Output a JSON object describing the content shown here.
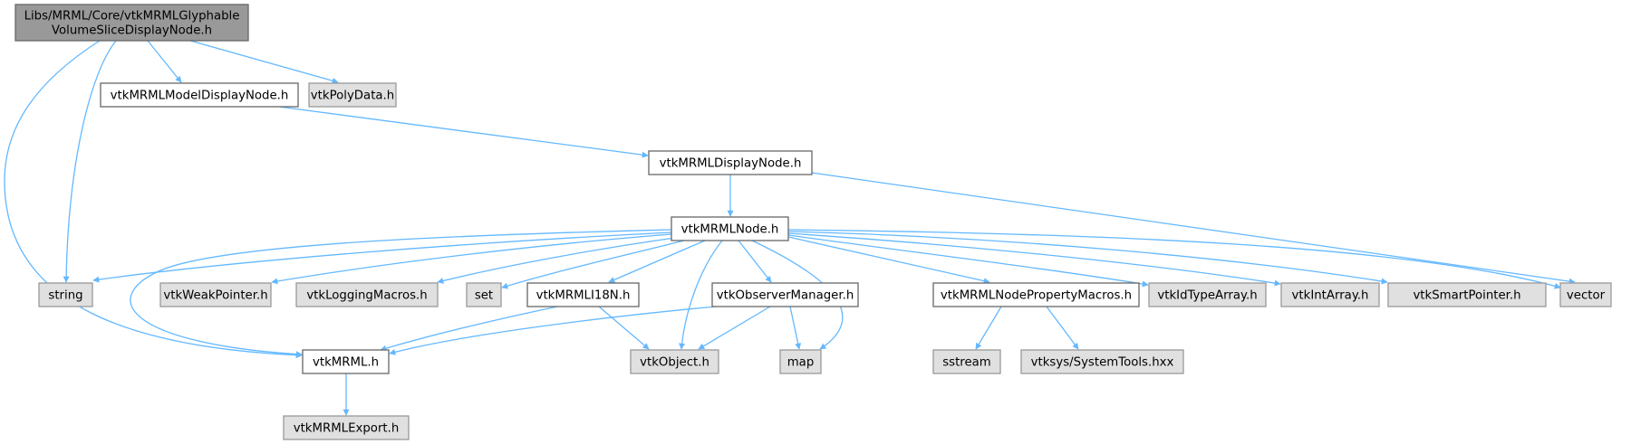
{
  "diagram": {
    "type": "include-dependency-graph",
    "colors": {
      "edge": "#63b8ff",
      "root_fill": "#999999",
      "root_stroke": "#666666",
      "documented_fill": "#ffffff",
      "documented_stroke": "#666666",
      "external_fill": "#e0e0e0",
      "external_stroke": "#999999"
    },
    "nodes": [
      {
        "id": "root",
        "lines": [
          "Libs/MRML/Core/vtkMRMLGlyphable",
          "VolumeSliceDisplayNode.h"
        ],
        "kind": "root"
      },
      {
        "id": "modeldisplay",
        "lines": [
          "vtkMRMLModelDisplayNode.h"
        ],
        "kind": "documented"
      },
      {
        "id": "polydata",
        "lines": [
          "vtkPolyData.h"
        ],
        "kind": "external"
      },
      {
        "id": "displaynode",
        "lines": [
          "vtkMRMLDisplayNode.h"
        ],
        "kind": "documented"
      },
      {
        "id": "mrmlnode",
        "lines": [
          "vtkMRMLNode.h"
        ],
        "kind": "documented"
      },
      {
        "id": "string",
        "lines": [
          "string"
        ],
        "kind": "external"
      },
      {
        "id": "weakpointer",
        "lines": [
          "vtkWeakPointer.h"
        ],
        "kind": "external"
      },
      {
        "id": "loggingmacros",
        "lines": [
          "vtkLoggingMacros.h"
        ],
        "kind": "external"
      },
      {
        "id": "set",
        "lines": [
          "set"
        ],
        "kind": "external"
      },
      {
        "id": "i18n",
        "lines": [
          "vtkMRMLI18N.h"
        ],
        "kind": "documented"
      },
      {
        "id": "observermanager",
        "lines": [
          "vtkObserverManager.h"
        ],
        "kind": "documented"
      },
      {
        "id": "propertymacros",
        "lines": [
          "vtkMRMLNodePropertyMacros.h"
        ],
        "kind": "documented"
      },
      {
        "id": "idtypearray",
        "lines": [
          "vtkIdTypeArray.h"
        ],
        "kind": "external"
      },
      {
        "id": "intarray",
        "lines": [
          "vtkIntArray.h"
        ],
        "kind": "external"
      },
      {
        "id": "smartpointer",
        "lines": [
          "vtkSmartPointer.h"
        ],
        "kind": "external"
      },
      {
        "id": "vector",
        "lines": [
          "vector"
        ],
        "kind": "external"
      },
      {
        "id": "mrml",
        "lines": [
          "vtkMRML.h"
        ],
        "kind": "documented"
      },
      {
        "id": "object",
        "lines": [
          "vtkObject.h"
        ],
        "kind": "external"
      },
      {
        "id": "map",
        "lines": [
          "map"
        ],
        "kind": "external"
      },
      {
        "id": "sstream",
        "lines": [
          "sstream"
        ],
        "kind": "external"
      },
      {
        "id": "systemtools",
        "lines": [
          "vtksys/SystemTools.hxx"
        ],
        "kind": "external"
      },
      {
        "id": "mrmlexport",
        "lines": [
          "vtkMRMLExport.h"
        ],
        "kind": "external"
      }
    ],
    "edges": [
      {
        "from": "root",
        "to": "modeldisplay"
      },
      {
        "from": "root",
        "to": "polydata"
      },
      {
        "from": "root",
        "to": "string"
      },
      {
        "from": "root",
        "to": "mrml"
      },
      {
        "from": "modeldisplay",
        "to": "displaynode"
      },
      {
        "from": "displaynode",
        "to": "mrmlnode"
      },
      {
        "from": "displaynode",
        "to": "vector"
      },
      {
        "from": "mrmlnode",
        "to": "string"
      },
      {
        "from": "mrmlnode",
        "to": "mrml"
      },
      {
        "from": "mrmlnode",
        "to": "weakpointer"
      },
      {
        "from": "mrmlnode",
        "to": "loggingmacros"
      },
      {
        "from": "mrmlnode",
        "to": "set"
      },
      {
        "from": "mrmlnode",
        "to": "i18n"
      },
      {
        "from": "mrmlnode",
        "to": "object"
      },
      {
        "from": "mrmlnode",
        "to": "observermanager"
      },
      {
        "from": "mrmlnode",
        "to": "map"
      },
      {
        "from": "mrmlnode",
        "to": "propertymacros"
      },
      {
        "from": "mrmlnode",
        "to": "idtypearray"
      },
      {
        "from": "mrmlnode",
        "to": "intarray"
      },
      {
        "from": "mrmlnode",
        "to": "smartpointer"
      },
      {
        "from": "mrmlnode",
        "to": "vector"
      },
      {
        "from": "i18n",
        "to": "mrml"
      },
      {
        "from": "i18n",
        "to": "object"
      },
      {
        "from": "observermanager",
        "to": "mrml"
      },
      {
        "from": "observermanager",
        "to": "object"
      },
      {
        "from": "observermanager",
        "to": "map"
      },
      {
        "from": "propertymacros",
        "to": "sstream"
      },
      {
        "from": "propertymacros",
        "to": "systemtools"
      },
      {
        "from": "mrml",
        "to": "mrmlexport"
      }
    ]
  }
}
